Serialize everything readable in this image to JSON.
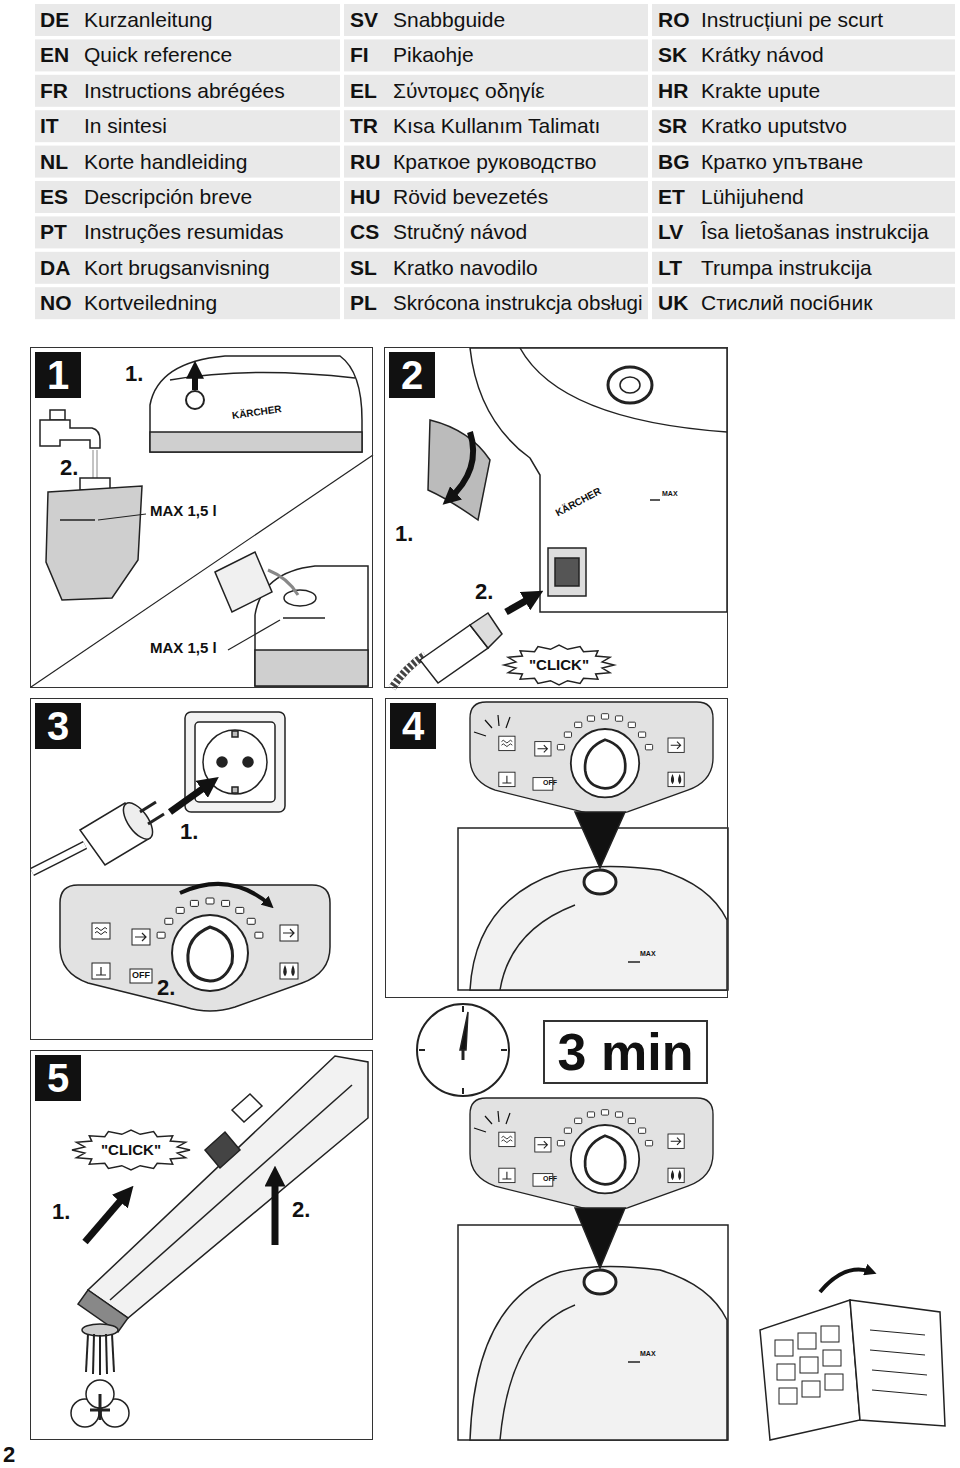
{
  "diagram": {
    "nodes": [
      {
        "text": [
          "1"
        ]
      },
      {
        "text": [
          "2"
        ]
      },
      {
        "text": [
          "\"CLICK\""
        ],
        "in": 1
      },
      {
        "text": [
          "3"
        ]
      },
      {
        "text": [
          "4"
        ]
      },
      {
        "text": [
          "3 min"
        ]
      },
      {
        "text": [
          "5"
        ]
      },
      {
        "text": [
          "\"CLICK\""
        ],
        "in": 6
      }
    ],
    "labels": [
      "DE",
      "Kurzanleitung",
      "SV",
      "Snabbguide",
      "RO",
      "Instrucțiuni pe scurt",
      "EN",
      "Quick reference",
      "FI",
      "Pikaohje",
      "SK",
      "Krátky návod",
      "FR",
      "Instructions abrégées",
      "EL",
      "Σύντομες οδηγίε",
      "HR",
      "Krakte upute",
      "IT",
      "In sintesi",
      "TR",
      "Kısa Kullanım Talimatı",
      "SR",
      "Kratko uputstvo",
      "NL",
      "Korte handleiding",
      "RU",
      "Краткое руководство",
      "BG",
      "Кратко упътване",
      "ES",
      "Descripción breve",
      "HU",
      "Rövid bevezetés",
      "ET",
      "Lühijuhend",
      "PT",
      "Instruções resumidas",
      "CS",
      "Stručný návod",
      "LV",
      "Îsa lietošanas instrukcija",
      "DA",
      "Kort brugsanvisning",
      "SL",
      "Kratko navodilo",
      "LT",
      "Trumpa instrukcija",
      "NO",
      "Kortveiledning",
      "PL",
      "Skrócona instrukcja obsługi",
      "UK",
      "Стислий посібник",
      "1.",
      "2.",
      "MAX 1,5 l",
      "MAX 1,5 l",
      "KÄRCHER",
      "1.",
      "2.",
      "KÄRCHER",
      "MAX",
      "1.",
      "2.",
      "OFF",
      "OFF",
      "MAX",
      "OFF",
      "MAX",
      "1.",
      "2.",
      "2"
    ]
  }
}
